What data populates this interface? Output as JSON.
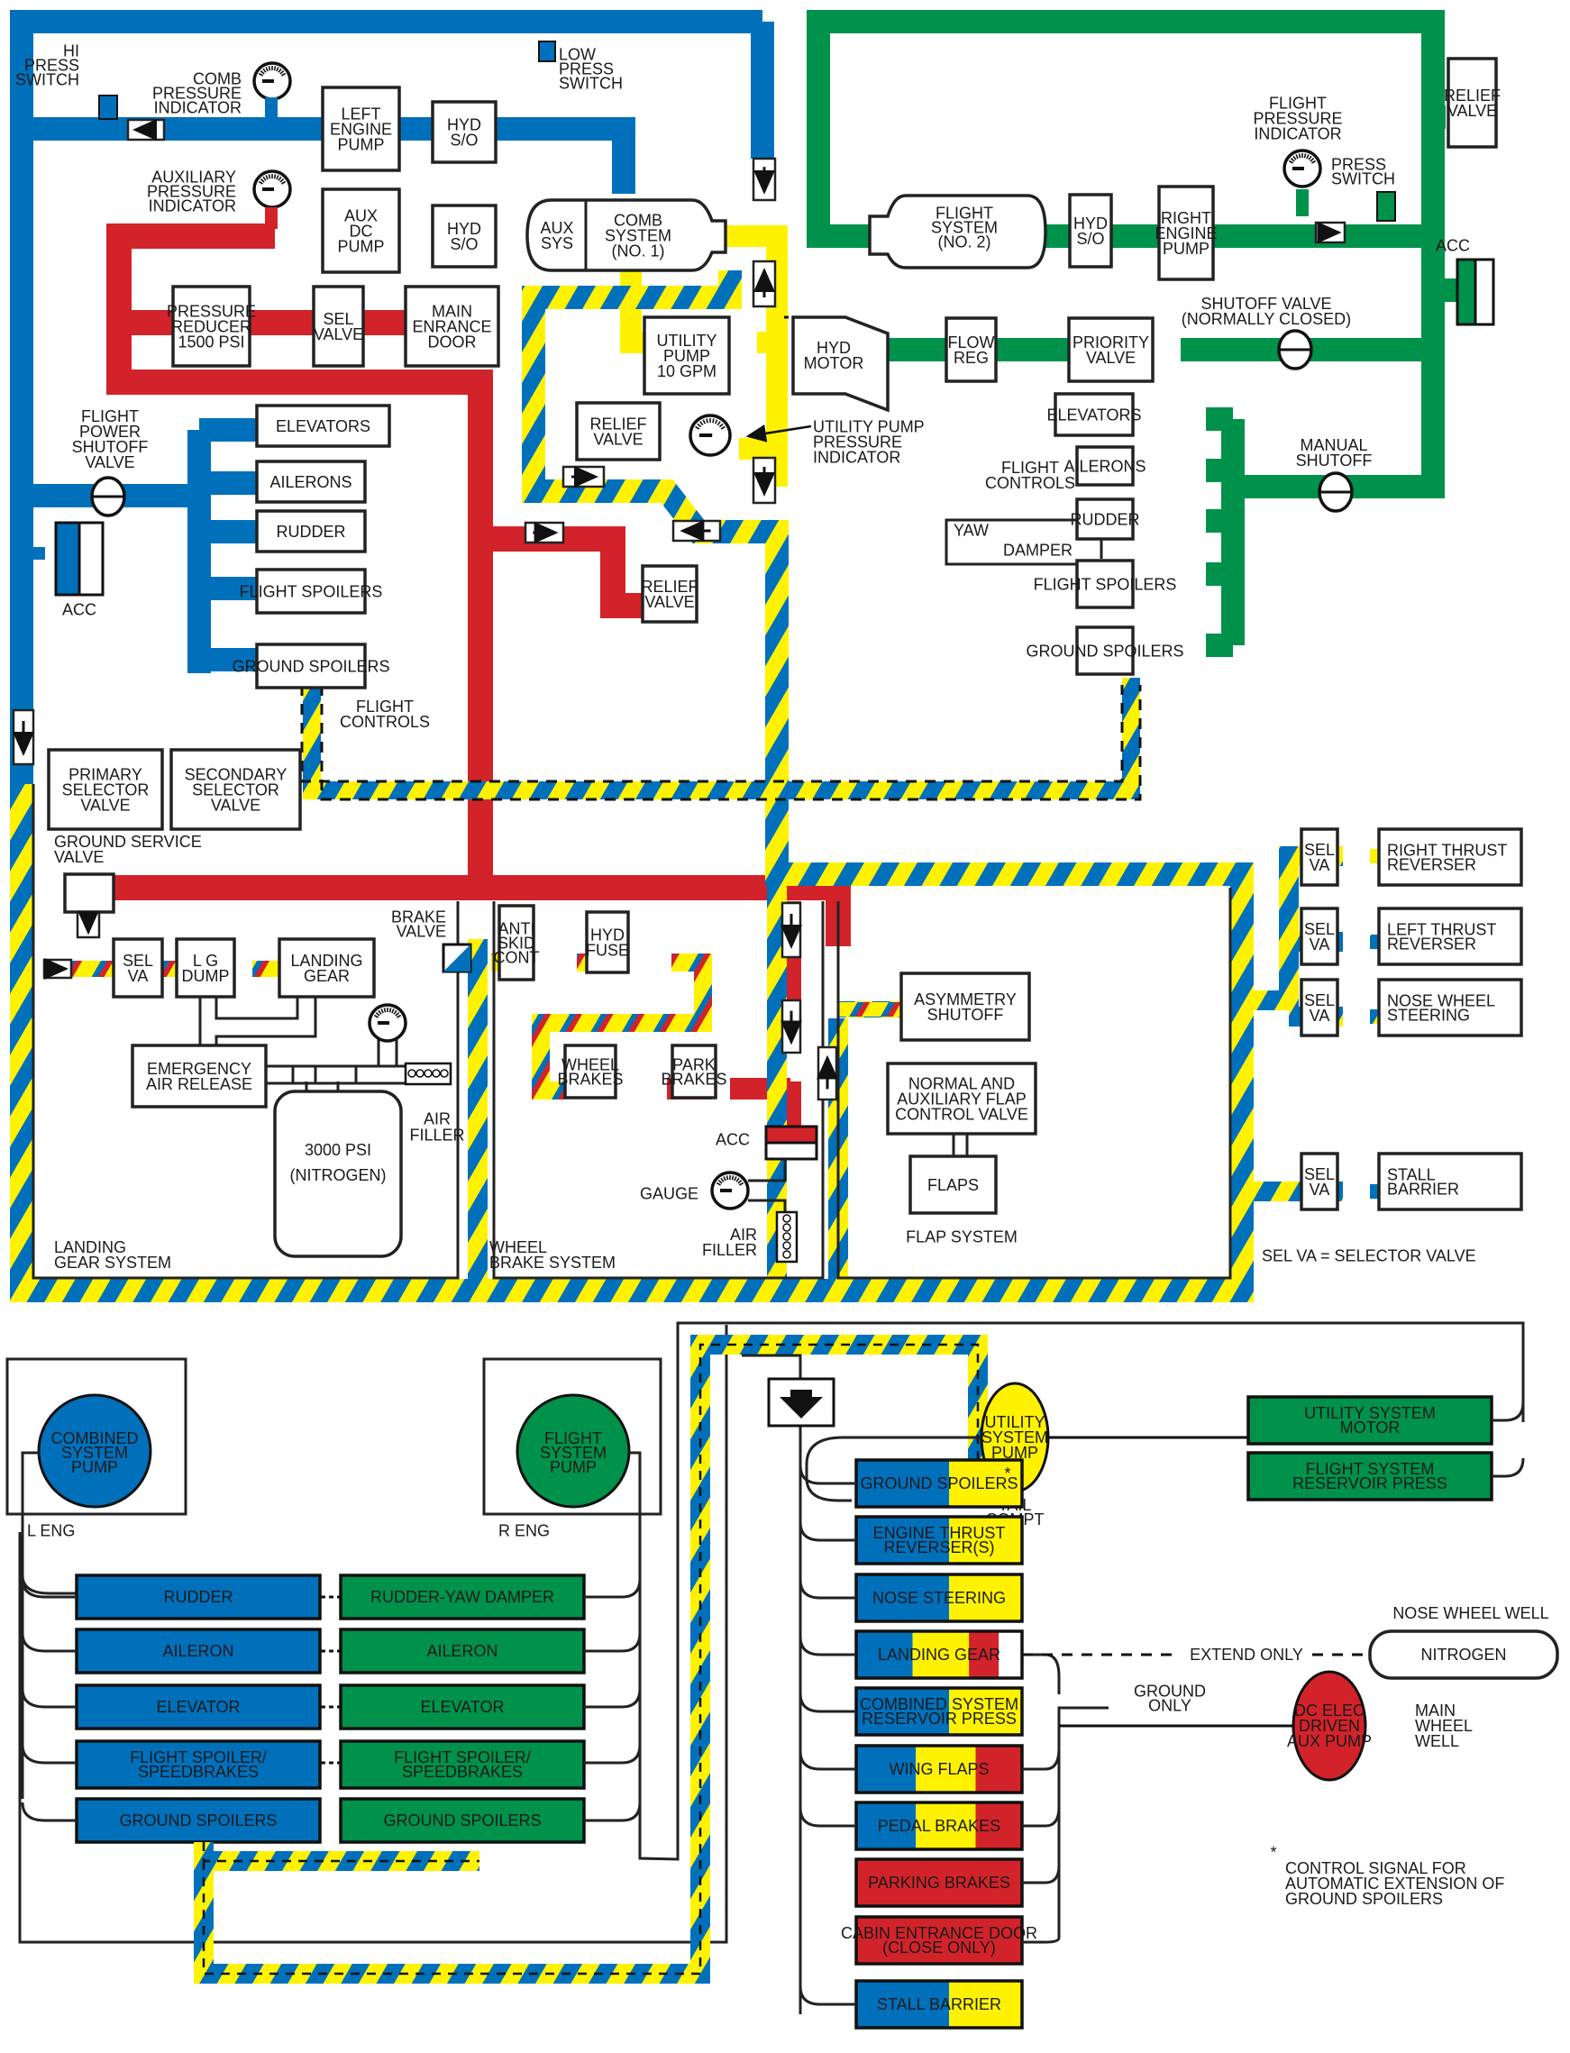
{
  "colors": {
    "combined_blue": "#0070BB",
    "flight_green": "#00914A",
    "utility_yellow": "#FFF200",
    "aux_red": "#D2232A",
    "outline": "#222222"
  },
  "upper_schematic": {
    "combined_system": {
      "hi_press_switch": [
        "HI",
        "PRESS",
        "SWITCH"
      ],
      "low_press_switch": [
        "LOW",
        "PRESS",
        "SWITCH"
      ],
      "comb_pressure_indicator": [
        "COMB",
        "PRESSURE",
        "INDICATOR"
      ],
      "left_engine_pump": [
        "LEFT",
        "ENGINE",
        "PUMP"
      ],
      "hyd_so_1": [
        "HYD",
        "S/O"
      ],
      "reservoir_aux": [
        "AUX",
        "SYS"
      ],
      "reservoir_comb": [
        "COMB",
        "SYSTEM",
        "(NO. 1)"
      ],
      "flight_power_shutoff_valve": [
        "FLIGHT",
        "POWER",
        "SHUTOFF",
        "VALVE"
      ],
      "acc": "ACC",
      "flight_controls": [
        "ELEVATORS",
        "AILERONS",
        "RUDDER",
        "FLIGHT SPOILERS",
        "GROUND SPOILERS"
      ],
      "flight_controls_label": [
        "FLIGHT",
        "CONTROLS"
      ],
      "primary_selector_valve": [
        "PRIMARY",
        "SELECTOR",
        "VALVE"
      ],
      "secondary_selector_valve": [
        "SECONDARY",
        "SELECTOR",
        "VALVE"
      ]
    },
    "aux_system": {
      "auxiliary_pressure_indicator": [
        "AUXILIARY",
        "PRESSURE",
        "INDICATOR"
      ],
      "aux_dc_pump": [
        "AUX",
        "DC",
        "PUMP"
      ],
      "hyd_so_2": [
        "HYD",
        "S/O"
      ],
      "pressure_reducer": [
        "PRESSURE",
        "REDUCER",
        "1500 PSI"
      ],
      "sel_valve": [
        "SEL",
        "VALVE"
      ],
      "main_entrance_door": [
        "MAIN",
        "ENRANCE",
        "DOOR"
      ],
      "relief_valve": [
        "RELIEF",
        "VALVE"
      ]
    },
    "utility_system": {
      "utility_pump": [
        "UTILITY",
        "PUMP",
        "10 GPM"
      ],
      "relief_valve": [
        "RELIEF",
        "VALVE"
      ],
      "utility_pump_pressure_indicator": [
        "UTILITY PUMP",
        "PRESSURE",
        "INDICATOR"
      ],
      "hyd_motor": [
        "HYD",
        "MOTOR"
      ]
    },
    "flight_system": {
      "reservoir": [
        "FLIGHT",
        "SYSTEM",
        "(NO. 2)"
      ],
      "hyd_so": [
        "HYD",
        "S/O"
      ],
      "right_engine_pump": [
        "RIGHT",
        "ENGINE",
        "PUMP"
      ],
      "flight_pressure_indicator": [
        "FLIGHT",
        "PRESSURE",
        "INDICATOR"
      ],
      "press_switch": [
        "PRESS",
        "SWITCH"
      ],
      "relief_valve": [
        "RELIEF",
        "VALVE"
      ],
      "acc": "ACC",
      "shutoff_valve": [
        "SHUTOFF VALVE",
        "(NORMALLY CLOSED)"
      ],
      "flow_reg": [
        "FLOW",
        "REG"
      ],
      "priority_valve": [
        "PRIORITY",
        "VALVE"
      ],
      "manual_shutoff": [
        "MANUAL",
        "SHUTOFF"
      ],
      "flight_controls": [
        "ELEVATORS",
        "AILERONS",
        "RUDDER",
        "FLIGHT SPOILERS",
        "GROUND SPOILERS"
      ],
      "flight_controls_label": [
        "FLIGHT",
        "CONTROLS"
      ],
      "yaw_damper": [
        "YAW",
        "DAMPER"
      ]
    },
    "landing_gear_system": {
      "title": [
        "LANDING",
        "GEAR SYSTEM"
      ],
      "ground_service_valve": [
        "GROUND SERVICE",
        "VALVE"
      ],
      "sel_va": [
        "SEL",
        "VA"
      ],
      "lg_dump": [
        "L G",
        "DUMP"
      ],
      "landing_gear": [
        "LANDING",
        "GEAR"
      ],
      "emergency_air_release": [
        "EMERGENCY",
        "AIR RELEASE"
      ],
      "nitrogen_bottle": [
        "3000 PSI",
        "(NITROGEN)"
      ],
      "air_filler": [
        "AIR",
        "FILLER"
      ],
      "brake_valve": [
        "BRAKE",
        "VALVE"
      ]
    },
    "wheel_brake_system": {
      "title": [
        "WHEEL",
        "BRAKE SYSTEM"
      ],
      "anti_skid_cont": [
        "ANTI",
        "SKID",
        "CONT"
      ],
      "hyd_fuse": [
        "HYD",
        "FUSE"
      ],
      "wheel_brakes": [
        "WHEEL",
        "BRAKES"
      ],
      "park_brakes": [
        "PARK",
        "BRAKES"
      ],
      "acc": "ACC",
      "gauge": "GAUGE",
      "air_filler": [
        "AIR",
        "FILLER"
      ]
    },
    "flap_system": {
      "title": "FLAP SYSTEM",
      "asymmetry_shutoff": [
        "ASYMMETRY",
        "SHUTOFF"
      ],
      "flap_control_valve": [
        "NORMAL AND",
        "AUXILIARY FLAP",
        "CONTROL VALVE"
      ],
      "flaps": "FLAPS"
    },
    "selector_outputs": [
      {
        "sel": [
          "SEL",
          "VA"
        ],
        "target": [
          "RIGHT THRUST",
          "REVERSER"
        ]
      },
      {
        "sel": [
          "SEL",
          "VA"
        ],
        "target": [
          "LEFT THRUST",
          "REVERSER"
        ]
      },
      {
        "sel": [
          "SEL",
          "VA"
        ],
        "target": [
          "NOSE WHEEL",
          "STEERING"
        ]
      },
      {
        "sel": [
          "SEL",
          "VA"
        ],
        "target": [
          "STALL",
          "BARRIER"
        ]
      }
    ],
    "legend_note": "SEL VA = SELECTOR VALVE"
  },
  "lower_diagram": {
    "left_engine": {
      "label": "L ENG",
      "pump": [
        "COMBINED",
        "SYSTEM",
        "PUMP"
      ]
    },
    "right_engine": {
      "label": "R ENG",
      "pump": [
        "FLIGHT",
        "SYSTEM",
        "PUMP"
      ]
    },
    "combined_consumers": [
      {
        "label": [
          "RUDDER"
        ]
      },
      {
        "label": [
          "AILERON"
        ]
      },
      {
        "label": [
          "ELEVATOR"
        ]
      },
      {
        "label": [
          "FLIGHT SPOILER/",
          "SPEEDBRAKES"
        ]
      },
      {
        "label": [
          "GROUND SPOILERS"
        ]
      }
    ],
    "flight_consumers": [
      {
        "label": [
          "RUDDER-YAW DAMPER"
        ]
      },
      {
        "label": [
          "AILERON"
        ]
      },
      {
        "label": [
          "ELEVATOR"
        ]
      },
      {
        "label": [
          "FLIGHT SPOILER/",
          "SPEEDBRAKES"
        ]
      },
      {
        "label": [
          "GROUND SPOILERS"
        ]
      }
    ],
    "utility_pump": {
      "label": [
        "UTILITY",
        "SYSTEM",
        "PUMP"
      ],
      "location": [
        "TAIL",
        "COMPT"
      ]
    },
    "utility_outputs": [
      {
        "label": [
          "UTILITY SYSTEM",
          "MOTOR"
        ]
      },
      {
        "label": [
          "FLIGHT SYSTEM",
          "RESERVOIR PRESS"
        ]
      }
    ],
    "utility_consumers": [
      {
        "label": [
          "GROUND SPOILERS"
        ],
        "asterisk": "*",
        "colors": [
          "blue",
          "yellow"
        ]
      },
      {
        "label": [
          "ENGINE THRUST",
          "REVERSER(S)"
        ],
        "colors": [
          "blue",
          "yellow"
        ]
      },
      {
        "label": [
          "NOSE STEERING"
        ],
        "colors": [
          "blue",
          "yellow"
        ]
      },
      {
        "label": [
          "LANDING GEAR"
        ],
        "colors": [
          "blue",
          "yellow",
          "red",
          "white"
        ]
      },
      {
        "label": [
          "COMBINED SYSTEM",
          "RESERVOIR PRESS"
        ],
        "colors": [
          "blue",
          "yellow"
        ]
      },
      {
        "label": [
          "WING FLAPS"
        ],
        "colors": [
          "blue",
          "yellow",
          "red"
        ]
      },
      {
        "label": [
          "PEDAL BRAKES"
        ],
        "colors": [
          "blue",
          "yellow",
          "red"
        ]
      },
      {
        "label": [
          "PARKING BRAKES"
        ],
        "colors": [
          "red"
        ]
      },
      {
        "label": [
          "CABIN ENTRANCE DOOR",
          "(CLOSE ONLY)"
        ],
        "colors": [
          "red"
        ]
      },
      {
        "label": [
          "STALL BARRIER"
        ],
        "colors": [
          "blue",
          "yellow"
        ]
      }
    ],
    "extend_only": "EXTEND ONLY",
    "nose_wheel_well": "NOSE WHEEL WELL",
    "nitrogen": "NITROGEN",
    "ground_only": [
      "GROUND",
      "ONLY"
    ],
    "aux_pump": {
      "label": [
        "DC ELEC",
        "DRIVEN",
        "AUX PUMP"
      ],
      "location": [
        "MAIN",
        "WHEEL",
        "WELL"
      ]
    },
    "footnote": {
      "marker": "*",
      "lines": [
        "CONTROL SIGNAL FOR",
        "AUTOMATIC EXTENSION OF",
        "GROUND SPOILERS"
      ]
    }
  }
}
